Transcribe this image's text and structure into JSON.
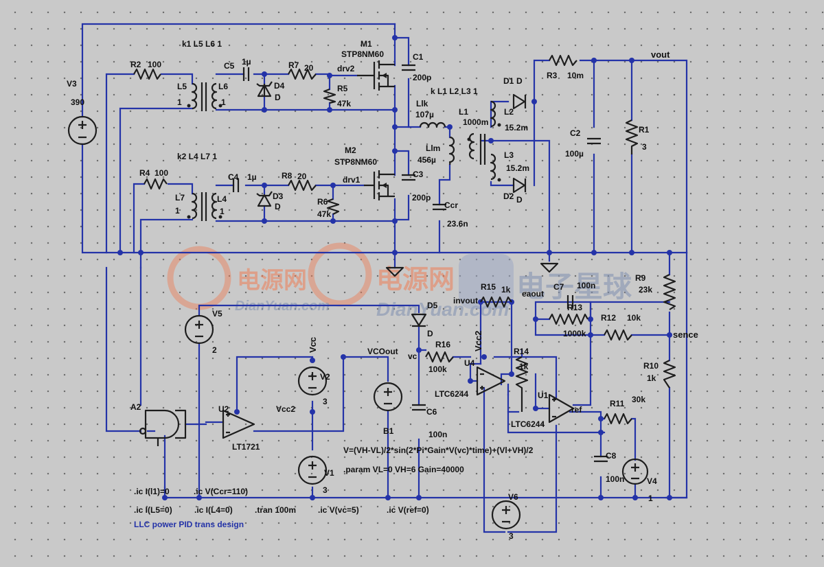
{
  "schematic": {
    "coupling": {
      "k1": "k1 L5 L6 1",
      "k2": "k2 L4 L7 1",
      "k3": "k L1 L2 L3 1"
    },
    "components": {
      "V3": {
        "name": "V3",
        "value": "390"
      },
      "R2": {
        "name": "R2",
        "value": "100"
      },
      "R4": {
        "name": "R4",
        "value": "100"
      },
      "L5": {
        "name": "L5",
        "value": "1"
      },
      "L6": {
        "name": "L6",
        "value": "1"
      },
      "L7": {
        "name": "L7",
        "value": "1"
      },
      "L4": {
        "name": "L4",
        "value": "1"
      },
      "C5": {
        "name": "C5",
        "value": "1µ"
      },
      "C4": {
        "name": "C4",
        "value": "1µ"
      },
      "D4": {
        "name": "D4",
        "value": "D"
      },
      "D3": {
        "name": "D3",
        "value": "D"
      },
      "R7": {
        "name": "R7",
        "value": "20"
      },
      "R8": {
        "name": "R8",
        "value": "20"
      },
      "R5": {
        "name": "R5",
        "value": "47k"
      },
      "R6": {
        "name": "R6",
        "value": "47k"
      },
      "M1": {
        "name": "M1",
        "value": "STP8NM60"
      },
      "M2": {
        "name": "M2",
        "value": "STP8NM60"
      },
      "C1": {
        "name": "C1",
        "value": "200p"
      },
      "C3": {
        "name": "C3",
        "value": "200p"
      },
      "Llk": {
        "name": "Llk",
        "value": "107µ"
      },
      "Llm": {
        "name": "Llm",
        "value": "456µ"
      },
      "L1": {
        "name": "L1",
        "value": "1000m"
      },
      "L2": {
        "name": "L2",
        "value": "15.2m"
      },
      "L3": {
        "name": "L3",
        "value": "15.2m"
      },
      "Ccr": {
        "name": "Ccr",
        "value": "23.6n"
      },
      "D1": {
        "name": "D1",
        "value": "D"
      },
      "D2": {
        "name": "D2",
        "value": "D"
      },
      "R3": {
        "name": "R3",
        "value": "10m"
      },
      "C2": {
        "name": "C2",
        "value": "100µ"
      },
      "R1": {
        "name": "R1",
        "value": "3"
      },
      "R9": {
        "name": "R9",
        "value": "23k"
      },
      "R10": {
        "name": "R10",
        "value": "1k"
      },
      "R12": {
        "name": "R12",
        "value": "10k"
      },
      "R13": {
        "name": "R13",
        "value": "1000k"
      },
      "C7": {
        "name": "C7",
        "value": "100n"
      },
      "R15": {
        "name": "R15",
        "value": "1k"
      },
      "R14": {
        "name": "R14",
        "value": "1k"
      },
      "R16": {
        "name": "R16",
        "value": "100k"
      },
      "R11": {
        "name": "R11",
        "value": "30k"
      },
      "C6": {
        "name": "C6",
        "value": "100n"
      },
      "C8": {
        "name": "C8",
        "value": "100n"
      },
      "D5": {
        "name": "D5",
        "value": "D"
      },
      "V5": {
        "name": "V5",
        "value": "2"
      },
      "V2": {
        "name": "V2",
        "value": "3"
      },
      "V1": {
        "name": "V1",
        "value": "3"
      },
      "V6": {
        "name": "V6",
        "value": "3"
      },
      "V4": {
        "name": "V4",
        "value": "1"
      },
      "B1": {
        "name": "B1"
      },
      "U1": {
        "name": "U1",
        "value": "LTC6244"
      },
      "U2": {
        "name": "U2",
        "value": "LT1721"
      },
      "U4": {
        "name": "U4",
        "value": "LTC6244"
      },
      "A2": {
        "name": "A2"
      }
    },
    "nets": {
      "vout": "vout",
      "drv1": "drv1",
      "drv2": "drv2",
      "eaout": "eaout",
      "invout": "invout",
      "sence": "sence",
      "vc": "vc",
      "vcoout": "VCOout",
      "ref": "ref",
      "vcc": "Vcc",
      "vcc2_a": "Vcc2",
      "vcc2_b": "Vcc2"
    },
    "directives": {
      "b1_expr": "V=(VH-VL)/2*sin(2*Pi*Gain*V(vc)*time)+(Vl+VH)/2",
      "param": ".param VL=0 VH=6 Gain=40000",
      "ic1": ".ic I(l1)=0",
      "ic2": ".ic V(Ccr=110)",
      "ic3": ".ic I(L5=0)",
      "ic4": ".ic I(L4=0)",
      "tran": ".tran 100m",
      "ic5": ".ic V(vc=5)",
      "ic6": ".ic V(ref=0)"
    },
    "title": "LLC power PID trans design"
  },
  "watermark": {
    "text1": "电源网",
    "text2": "DianYuan.com",
    "text3": "电子星球",
    "accent": "#ee7d55"
  },
  "colors": {
    "wire": "#2433a8",
    "component": "#1d1d1d",
    "background": "#c9c9c9"
  }
}
